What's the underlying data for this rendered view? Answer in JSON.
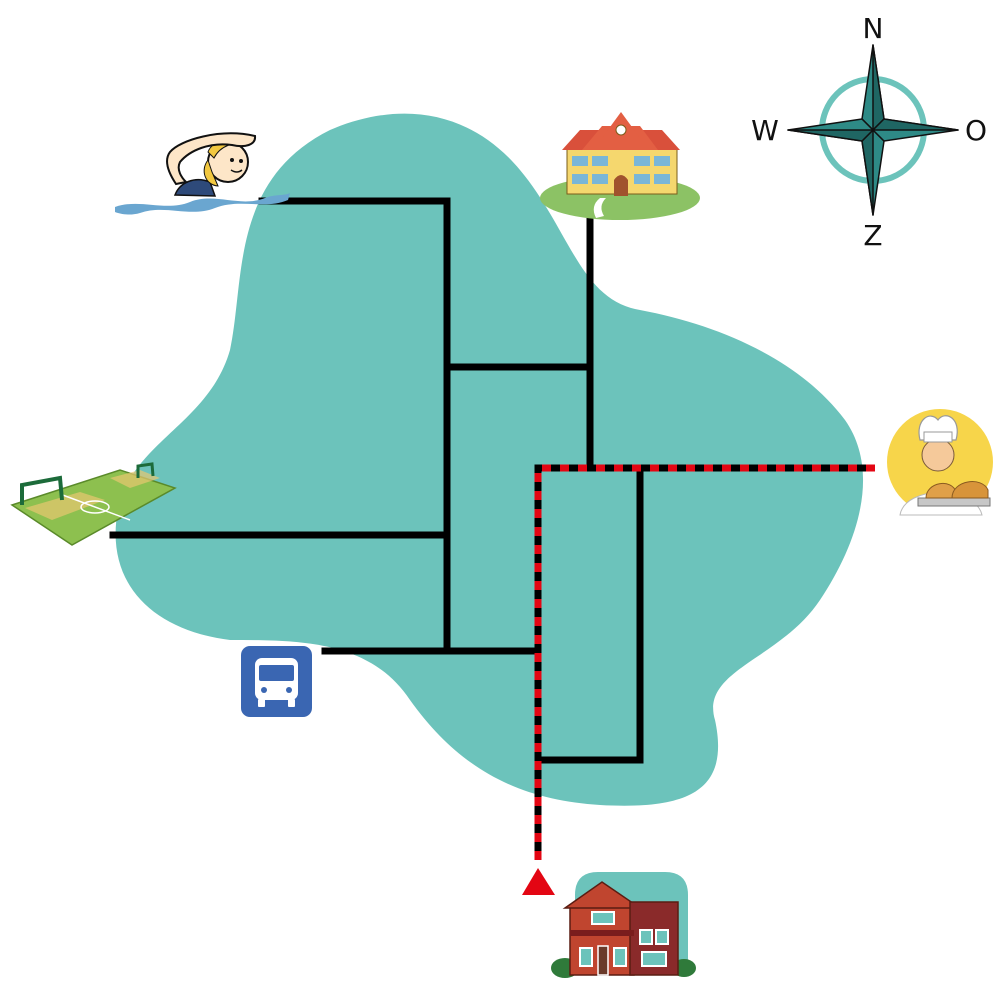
{
  "compass": {
    "north": "N",
    "west": "W",
    "east": "O",
    "south": "Z"
  },
  "colors": {
    "area": "#6cc3bb",
    "road": "#000000",
    "route": "#e30613",
    "compass_fill": "#2e8a86",
    "compass_ring": "#6cc3bb",
    "bus_sign": "#3a66b2"
  },
  "landmarks": [
    {
      "name": "swimmer",
      "icon": "swimmer-icon"
    },
    {
      "name": "school",
      "icon": "school-icon"
    },
    {
      "name": "bakery",
      "icon": "baker-icon"
    },
    {
      "name": "football-field",
      "icon": "football-field-icon"
    },
    {
      "name": "bus-stop",
      "icon": "bus-icon"
    },
    {
      "name": "home",
      "icon": "house-icon"
    }
  ],
  "route": {
    "start": "home",
    "end": "bakery",
    "marker": "red-triangle-icon"
  }
}
